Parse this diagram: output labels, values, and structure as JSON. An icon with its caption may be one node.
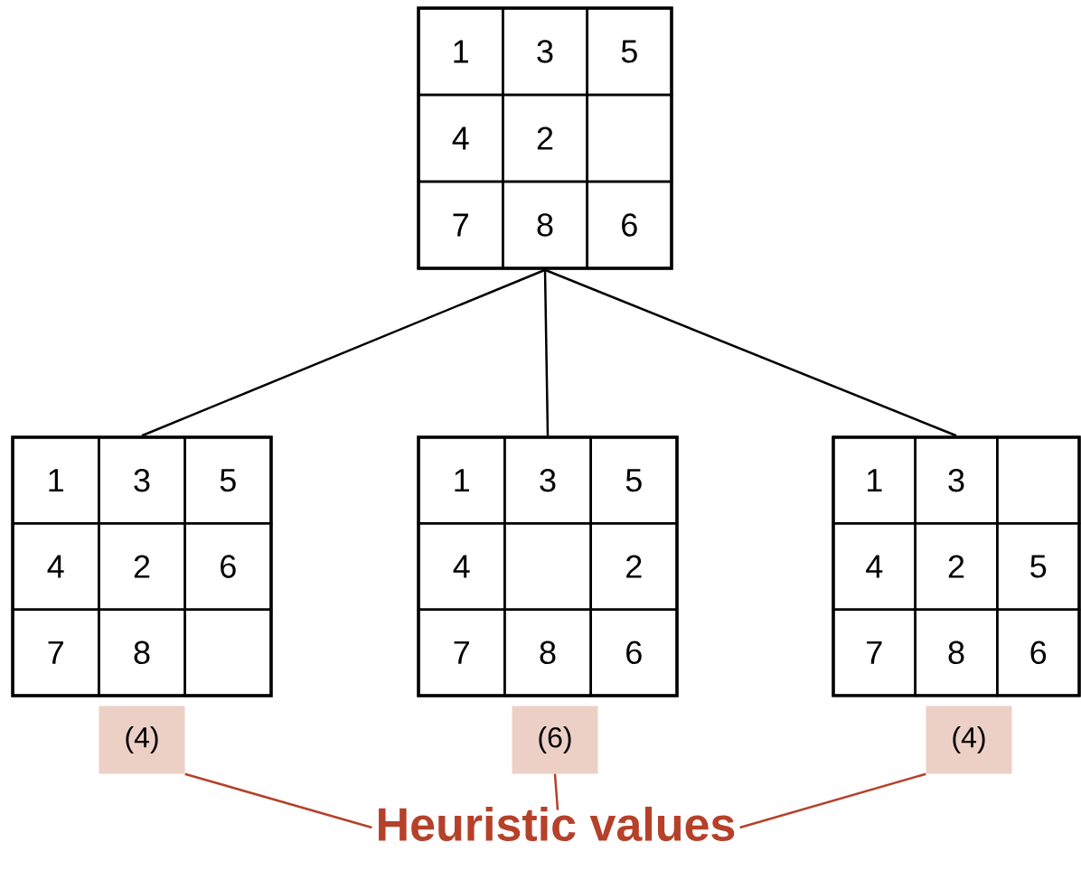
{
  "diagram": {
    "nodes": [
      {
        "text": [],
        "shape": "box"
      },
      {
        "text": [
          "1"
        ],
        "in": 0
      },
      {
        "text": [
          "3"
        ],
        "in": 0
      },
      {
        "text": [
          "5"
        ],
        "in": 0
      },
      {
        "text": [
          "4"
        ],
        "in": 0
      },
      {
        "text": [
          "2"
        ],
        "in": 0
      },
      {
        "text": [],
        "shape": "box",
        "in": 0
      },
      {
        "text": [
          "7"
        ],
        "in": 0
      },
      {
        "text": [
          "8"
        ],
        "in": 0
      },
      {
        "text": [
          "6"
        ],
        "in": 0
      },
      {
        "text": [],
        "shape": "box"
      },
      {
        "text": [
          "1"
        ],
        "in": 10
      },
      {
        "text": [
          "3"
        ],
        "in": 10
      },
      {
        "text": [
          "5"
        ],
        "in": 10
      },
      {
        "text": [
          "4"
        ],
        "in": 10
      },
      {
        "text": [
          "2"
        ],
        "in": 10
      },
      {
        "text": [
          "6"
        ],
        "in": 10
      },
      {
        "text": [
          "7"
        ],
        "in": 10
      },
      {
        "text": [
          "8"
        ],
        "in": 10
      },
      {
        "text": [],
        "shape": "box",
        "in": 10
      },
      {
        "text": [],
        "shape": "box"
      },
      {
        "text": [
          "1"
        ],
        "in": 20
      },
      {
        "text": [
          "3"
        ],
        "in": 20
      },
      {
        "text": [
          "5"
        ],
        "in": 20
      },
      {
        "text": [
          "4"
        ],
        "in": 20
      },
      {
        "text": [],
        "shape": "box",
        "in": 20
      },
      {
        "text": [
          "2"
        ],
        "in": 20
      },
      {
        "text": [
          "7"
        ],
        "in": 20
      },
      {
        "text": [
          "8"
        ],
        "in": 20
      },
      {
        "text": [
          "6"
        ],
        "in": 20
      },
      {
        "text": [],
        "shape": "box"
      },
      {
        "text": [
          "1"
        ],
        "in": 30
      },
      {
        "text": [
          "3"
        ],
        "in": 30
      },
      {
        "text": [],
        "shape": "box",
        "in": 30
      },
      {
        "text": [
          "4"
        ],
        "in": 30
      },
      {
        "text": [
          "2"
        ],
        "in": 30
      },
      {
        "text": [
          "5"
        ],
        "in": 30
      },
      {
        "text": [
          "7"
        ],
        "in": 30
      },
      {
        "text": [
          "8"
        ],
        "in": 30
      },
      {
        "text": [
          "6"
        ],
        "in": 30
      },
      {
        "text": [
          "(4)"
        ]
      },
      {
        "text": [
          "(6)"
        ]
      },
      {
        "text": [
          "(4)"
        ]
      },
      {
        "text": [
          "Heuristic values"
        ]
      }
    ],
    "edges": [
      {
        "from": 0,
        "to": 10,
        "arrow": "none"
      },
      {
        "from": 0,
        "to": 20,
        "arrow": "none"
      },
      {
        "from": 0,
        "to": 30,
        "arrow": "none"
      },
      {
        "from": 43,
        "to": 40,
        "arrow": "none",
        "color": "#b5412a"
      },
      {
        "from": 43,
        "to": 41,
        "arrow": "none",
        "color": "#b5412a"
      },
      {
        "from": 43,
        "to": 42,
        "arrow": "none",
        "color": "#b5412a"
      }
    ]
  }
}
